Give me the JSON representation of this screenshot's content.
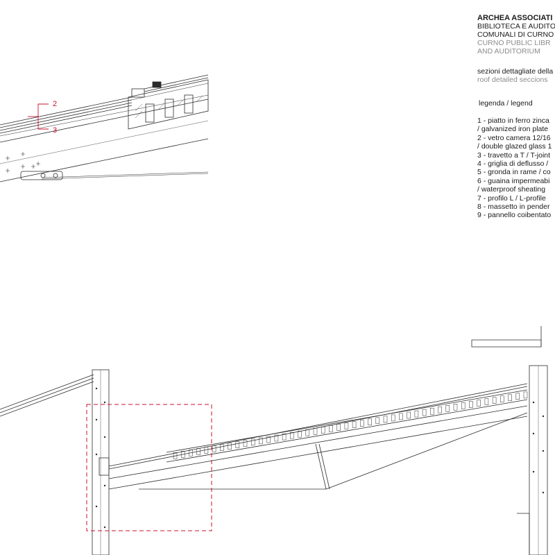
{
  "title_block": {
    "firm": "ARCHEA ASSOCIATI",
    "project_it_1": "BIBLIOTECA E AUDITOR",
    "project_it_2": "COMUNALI DI CURNO",
    "project_en_1": "CURNO PUBLIC LIBR",
    "project_en_2": "AND AUDITORIUM",
    "sheet_it": "sezioni dettagliate della",
    "sheet_en": "roof detailed seccions"
  },
  "legend": {
    "heading": "legenda / legend",
    "lines": [
      "1 - piatto in ferro zinca",
      "/ galvanized iron plate",
      "2 - vetro camera 12/16",
      "/ double glazed glass 1",
      "3 - travetto a T / T-joint",
      "4 - griglia di deflusso /",
      "5 - gronda in rame / co",
      "6 - guaina impermeabi",
      "/ waterproof sheating",
      "7 - profilo L / L-profile",
      "8 - massetto in pender",
      "9 - pannello coibentato"
    ]
  },
  "callouts": [
    {
      "label": "2"
    },
    {
      "label": "3"
    }
  ],
  "colors": {
    "line": "#2b2b2b",
    "callout_red": "#c8102e",
    "grey_text": "#8c8c8c"
  }
}
